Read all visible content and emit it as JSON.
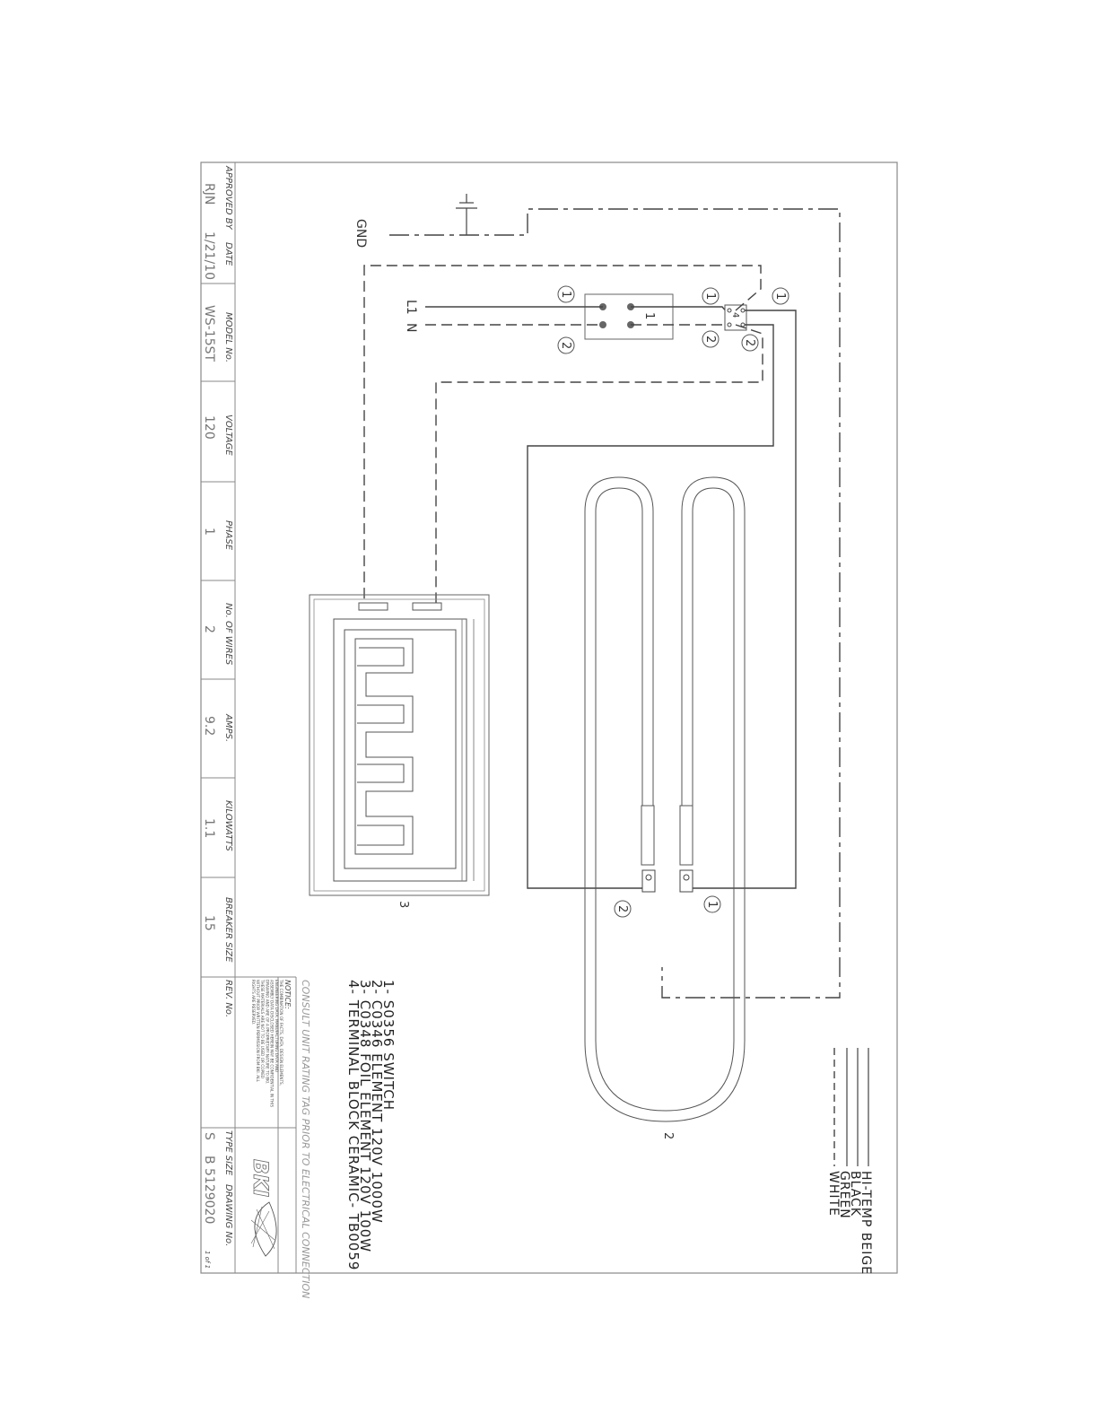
{
  "title_block": {
    "approved_by_label": "APPROVED BY",
    "approved_by": "RJN",
    "date_label": "DATE",
    "date": "1/21/10",
    "model_label": "MODEL No.",
    "model": "WS-15ST",
    "voltage_label": "VOLTAGE",
    "voltage": "120",
    "phase_label": "PHASE",
    "phase": "1",
    "wires_label": "No. OF WIRES",
    "wires": "2",
    "amps_label": "AMPS.",
    "amps": "9.2",
    "kw_label": "KILOWATTS",
    "kw": "1.1",
    "breaker_label": "BREAKER SIZE",
    "breaker": "15",
    "rev_label": "REV. No.",
    "type_size_label": "TYPE SIZE",
    "type_size": "S",
    "type_size_b": "B",
    "drawing_label": "DRAWING No.",
    "drawing": "5129020",
    "sheet": "1 of 1",
    "logo_text": "BKI",
    "consult": "CONSULT UNIT RATING TAG PRIOR TO ELECTRICAL CONNECTION",
    "notice_title": "NOTICE:",
    "notice_lines": [
      "THE COMBINATION OF FACTS, DATA, DESIGN ELEMENTS,",
      "ENGINEERING DATA, MANUFACTURING DATA AND",
      "ASSEMBLY DATA DISCLOSED HEREIN MAY BE CONFIDENTIAL IN THIS",
      "DRAWING AND ARE OF A PROPRIETARY NATURE TO BKI.",
      "THESE MATERIALS ARE NOT TO BE USED OR COPIED",
      "WITHOUT PRIOR WRITTEN PERMISSION FROM BKI. ALL",
      "RIGHTS ARE RESERVED."
    ]
  },
  "parts_list": [
    "1-  S0356  SWITCH",
    "2-  C0346  ELEMENT 120V 1000W",
    "3-  C0348  FOIL ELEMENT 120V 100W",
    "4-  TERMINAL BLOCK CERAMIC- TB0059"
  ],
  "legend": [
    {
      "label": "WHITE",
      "style": "dash"
    },
    {
      "label": "GREEN",
      "style": "solid"
    },
    {
      "label": "BLACK",
      "style": "solid"
    },
    {
      "label": "HI-TEMP BEIGE",
      "style": "solid"
    }
  ],
  "labels": {
    "gnd": "GND",
    "l1": "L1",
    "n": "N",
    "item1": "1",
    "item2": "2",
    "item3": "3",
    "item4": "4",
    "c1": "1",
    "c2": "2"
  },
  "colors": {
    "line": "#444444",
    "border": "#888888"
  }
}
